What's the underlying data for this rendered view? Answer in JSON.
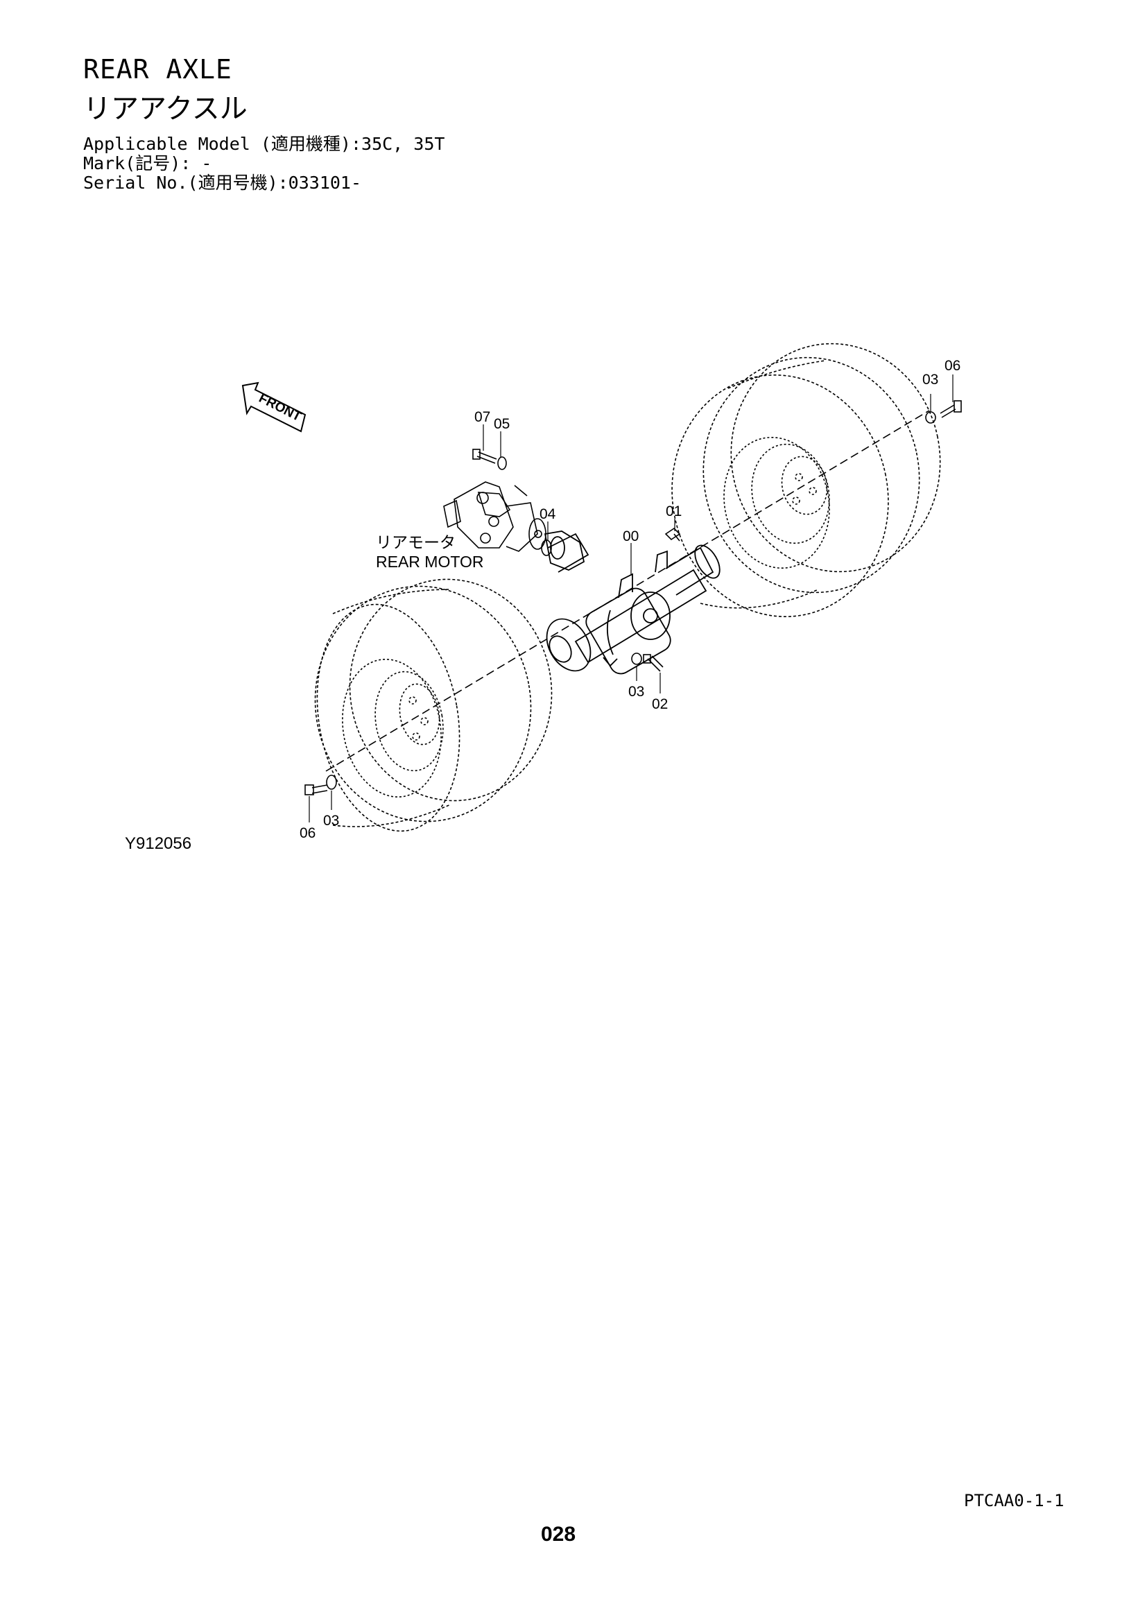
{
  "header": {
    "title_en": "REAR AXLE",
    "title_ja": "リアアクスル",
    "applicable_model": "Applicable Model (適用機種):35C, 35T",
    "mark": "Mark(記号): -",
    "serial_no": "Serial No.(適用号機):033101-"
  },
  "diagram": {
    "front_label": "FRONT",
    "motor_label_ja": "リアモータ",
    "motor_label_en": "REAR MOTOR",
    "callouts": {
      "c00": "00",
      "c01": "01",
      "c02": "02",
      "c03_center": "03",
      "c03_left": "03",
      "c03_right": "03",
      "c04": "04",
      "c05": "05",
      "c06_left": "06",
      "c06_right": "06",
      "c07": "07"
    },
    "figure_id": "Y912056"
  },
  "footer": {
    "page_code": "PTCAA0-1-1",
    "page_number": "028"
  }
}
